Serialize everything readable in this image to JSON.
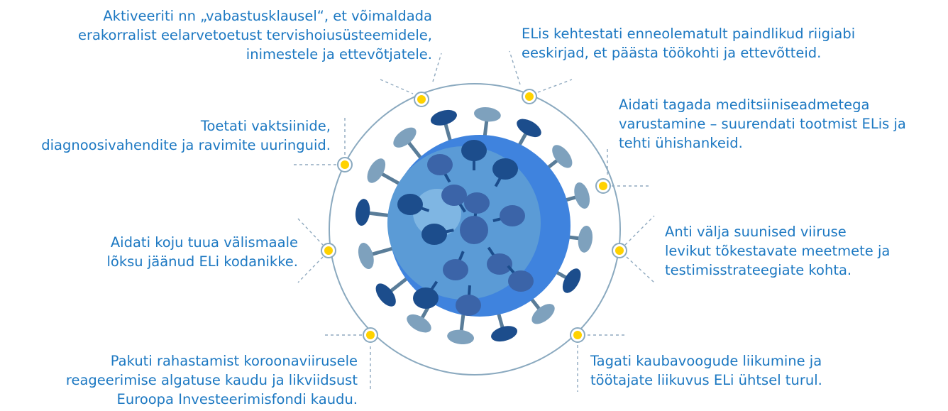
{
  "colors": {
    "text": "#1c78c2",
    "ring": "#8aa9bf",
    "dash": "#8fa9bf",
    "dot_fill": "#ffd200",
    "virus_body": "#5b9bd6",
    "virus_shade": "#3f83de",
    "virus_highlight": "#7fb6e3",
    "spike_stem": "#5a7d99",
    "spike_head_light": "#7ea1bd",
    "spike_head_mid": "#3b64a8",
    "spike_head_dark": "#1c4d8c"
  },
  "icons": {
    "ring": "orbit-ring-icon",
    "marker": "yellow-dot-icon",
    "virus": "coronavirus-icon"
  },
  "labels": {
    "top_left": {
      "lines": [
        "Aktiveeriti nn „vabastusklausel“, et võimaldada",
        "erakorralist eelarvetoetust tervishoiusüsteemidele,",
        "inimestele ja ettevõtjatele."
      ]
    },
    "top_right": {
      "lines": [
        "ELis kehtestati enneolematult paindlikud riigiabi",
        "eeskirjad, et päästa töökohti ja ettevõtteid."
      ]
    },
    "upper_left": {
      "lines": [
        "Toetati vaktsiinide,",
        "diagnoosivahendite ja ravimite uuringuid."
      ]
    },
    "upper_right": {
      "lines": [
        "Aidati tagada meditsiiniseadmetega",
        "varustamine – suurendati tootmist ELis ja",
        "tehti ühishankeid."
      ]
    },
    "middle_left": {
      "lines": [
        "Aidati koju tuua välismaale",
        "lõksu jäänud ELi kodanikke."
      ]
    },
    "middle_right": {
      "lines": [
        "Anti välja suunised viiruse",
        "levikut tõkestavate meetmete ja",
        "testimisstrateegiate kohta."
      ]
    },
    "bottom_left": {
      "lines": [
        "Pakuti rahastamist koroonaviirusele",
        "reageerimise algatuse kaudu ja likviidsust",
        "Euroopa Investeerimisfondi kaudu."
      ]
    },
    "bottom_right": {
      "lines": [
        "Tagati kaubavoogude liikumine ja",
        "töötajate liikuvus ELi ühtsel turul."
      ]
    }
  }
}
